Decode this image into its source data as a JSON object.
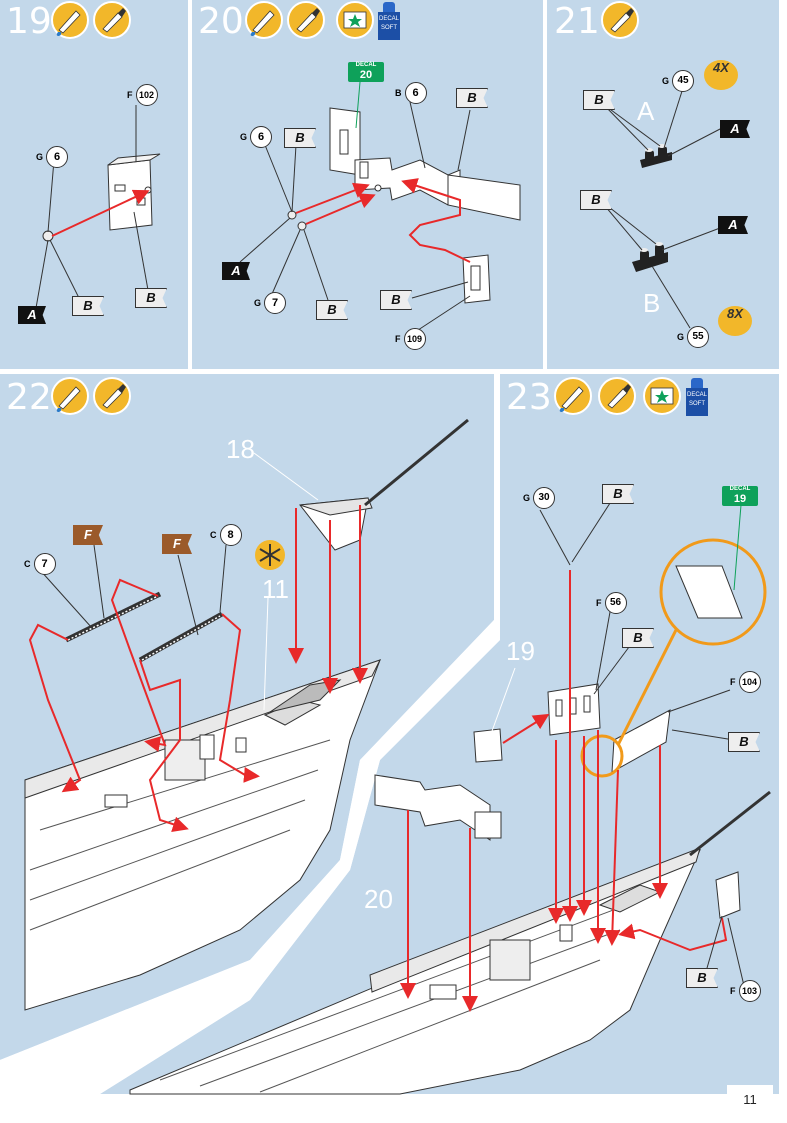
{
  "page": {
    "number": "11"
  },
  "colors": {
    "panel_bg": "#c3d8ea",
    "arrow": "#e8292a",
    "badge_orange": "#f2b72a",
    "flag_black": "#111111",
    "flag_white": "#eeeeee",
    "flag_brown": "#9b5a2a",
    "decal_green": "#0ea15a",
    "magnify_ring": "#f19a1a"
  },
  "icons": {
    "paint_brush": "paint-brush-icon",
    "glue": "glue-icon",
    "decal_sheet": "decal-sheet-icon",
    "decal_soft": "decal-soft-bottle-icon",
    "detach": "sprue-cut-icon"
  },
  "steps": [
    {
      "number": "19",
      "parts": [
        {
          "sprue": "F",
          "id": "102"
        },
        {
          "sprue": "G",
          "id": "6"
        }
      ],
      "flags": [
        "A",
        "B",
        "B"
      ]
    },
    {
      "number": "20",
      "parts": [
        {
          "sprue": "G",
          "id": "6"
        },
        {
          "sprue": "B",
          "id": "6"
        },
        {
          "sprue": "G",
          "id": "7"
        },
        {
          "sprue": "F",
          "id": "109"
        }
      ],
      "decal": {
        "label": "DECAL",
        "number": "20"
      },
      "flags": [
        "B",
        "B",
        "A",
        "B",
        "B"
      ]
    },
    {
      "number": "21",
      "subassemblies": [
        {
          "label": "A",
          "part": {
            "sprue": "G",
            "id": "45"
          },
          "qty": "4X"
        },
        {
          "label": "B",
          "part": {
            "sprue": "G",
            "id": "55"
          },
          "qty": "8X"
        }
      ],
      "flags": [
        "B",
        "A",
        "B",
        "A"
      ]
    },
    {
      "number": "22",
      "parts": [
        {
          "sprue": "C",
          "id": "7"
        },
        {
          "sprue": "C",
          "id": "8"
        }
      ],
      "refs": [
        "18",
        "11"
      ],
      "flags": [
        "F",
        "F"
      ]
    },
    {
      "number": "23",
      "parts": [
        {
          "sprue": "G",
          "id": "30"
        },
        {
          "sprue": "F",
          "id": "56"
        },
        {
          "sprue": "F",
          "id": "104"
        },
        {
          "sprue": "F",
          "id": "103"
        }
      ],
      "refs": [
        "19",
        "20"
      ],
      "decal": {
        "label": "DECAL",
        "number": "19"
      },
      "flags": [
        "B",
        "B",
        "B",
        "B"
      ]
    }
  ],
  "icon_text": {
    "decal_soft": "DECAL",
    "decal_soft_sub": "SOFT"
  }
}
